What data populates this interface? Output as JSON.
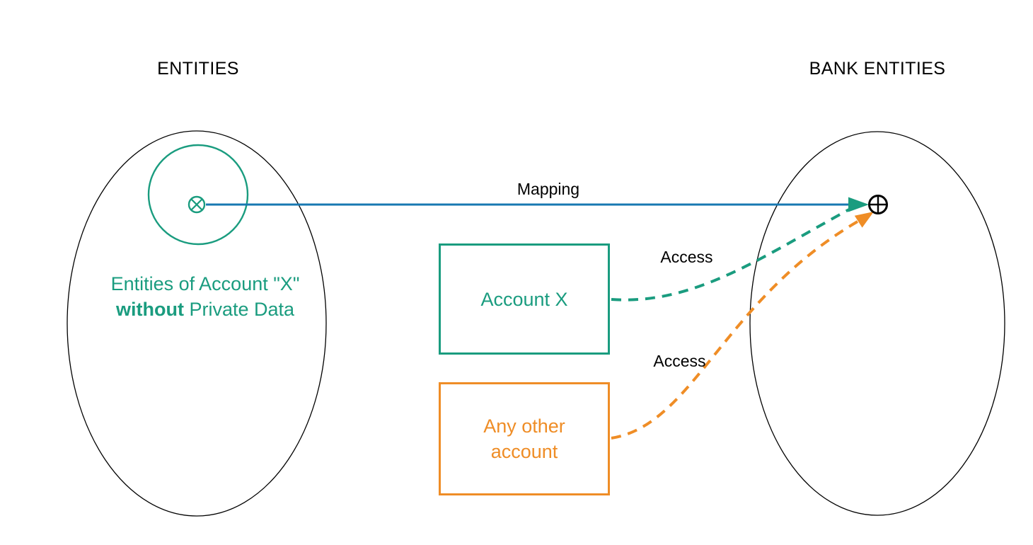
{
  "diagram": {
    "left_set": {
      "title": "ENTITIES",
      "caption": {
        "line1": "Entities of Account \"X\"",
        "line2_bold": "without",
        "line2_rest": " Private Data"
      }
    },
    "right_set": {
      "title": "BANK ENTITIES"
    },
    "nodes": {
      "account_x": {
        "label": "Account X"
      },
      "other_account": {
        "label_line1": "Any other",
        "label_line2": "account"
      }
    },
    "edges": {
      "mapping": {
        "label": "Mapping"
      },
      "access_account_x": {
        "label": "Access"
      },
      "access_other_account": {
        "label": "Access"
      }
    },
    "icons": {
      "source_point": "circled-times",
      "target_point": "circled-plus"
    },
    "colors": {
      "teal": "#1a9c7f",
      "orange": "#ef8d26",
      "blue": "#1878b2",
      "outline": "#000000"
    }
  }
}
